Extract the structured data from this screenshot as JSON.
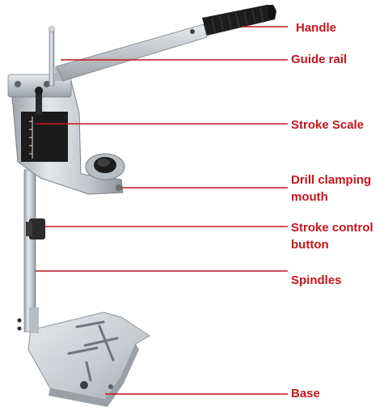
{
  "labels": {
    "handle": "Handle",
    "guide_rail": "Guide rail",
    "stroke_scale": "Stroke Scale",
    "drill_clamping_mouth": [
      "Drill clamping",
      "mouth"
    ],
    "stroke_control_button": [
      "Stroke control",
      "button"
    ],
    "spindles": "Spindles",
    "base": "Base"
  },
  "colors": {
    "label_text": "#c4161c",
    "leader_line": "#c4161c",
    "aluminum": "#c9cdd1",
    "aluminum_dark": "#8f959b",
    "handle_grip": "#1c1c1c",
    "scale_block": "#1a1a1a",
    "background": "#ffffff"
  }
}
